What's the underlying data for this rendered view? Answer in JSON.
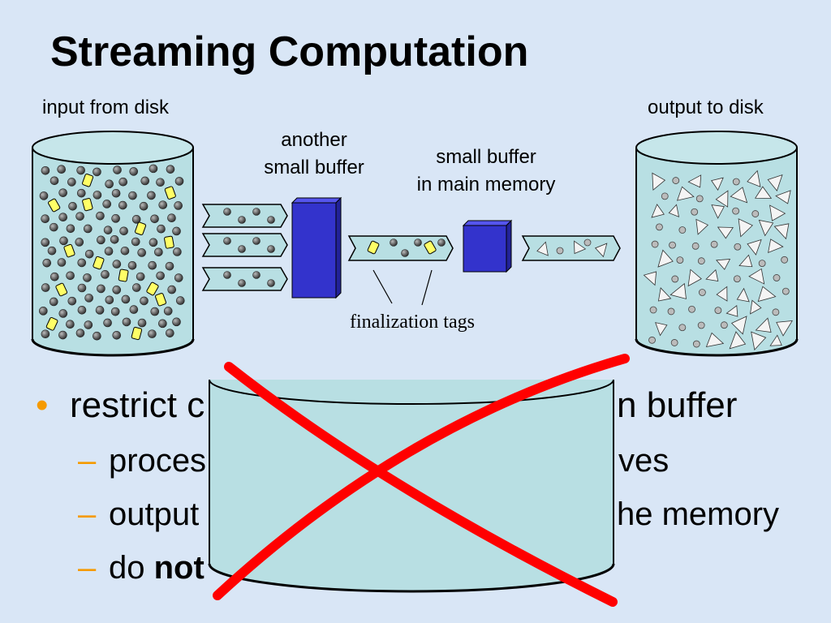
{
  "title": "Streaming Computation",
  "labels": {
    "input": "input from disk",
    "output": "output to disk",
    "another_buffer_1": "another",
    "another_buffer_2": "small buffer",
    "main_buffer_1": "small buffer",
    "main_buffer_2": "in main memory",
    "finalization": "finalization tags"
  },
  "bullets": {
    "main_visible_left": "restrict c",
    "main_visible_right": "n buffer",
    "sub": [
      {
        "left": "proces",
        "right": "ves",
        "right_bold": false
      },
      {
        "left": "output",
        "right": "he memory",
        "right_bold": false
      },
      {
        "left": "do ",
        "right": "not",
        "right_bold": true
      }
    ]
  },
  "colors": {
    "background": "#d9e6f6",
    "cylinder_fill": "#b8dfe3",
    "buffer_blue": "#3333cc",
    "bullet_orange": "#f59a00",
    "cross_red": "#ff0000",
    "tag_yellow": "#ffff66"
  }
}
